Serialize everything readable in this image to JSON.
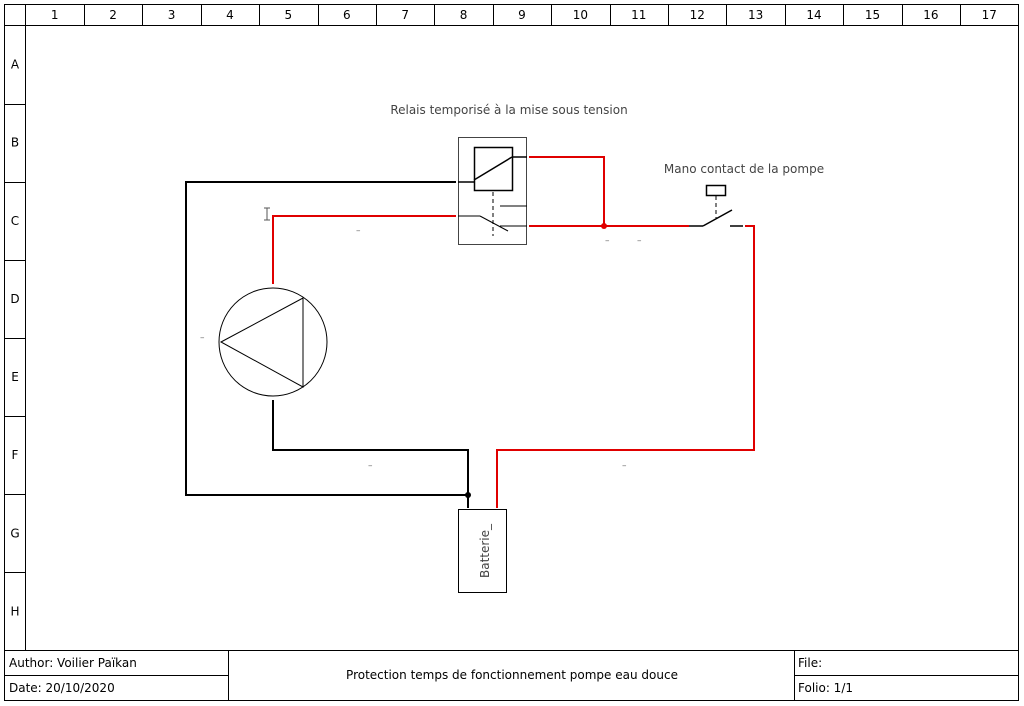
{
  "grid": {
    "columns": [
      "1",
      "2",
      "3",
      "4",
      "5",
      "6",
      "7",
      "8",
      "9",
      "10",
      "11",
      "12",
      "13",
      "14",
      "15",
      "16",
      "17"
    ],
    "rows": [
      "A",
      "B",
      "C",
      "D",
      "E",
      "F",
      "G",
      "H"
    ]
  },
  "diagram": {
    "relay_label": "Relais temporisé à la mise sous tension",
    "pressure_switch_label": "Mano contact de la pompe",
    "battery_label": "Batterie_",
    "wire_marks": [
      "–",
      "–",
      "–",
      "–",
      "–",
      "–"
    ],
    "colors": {
      "positive": "#e00000",
      "negative": "#000000",
      "device": "#333333"
    }
  },
  "title_block": {
    "author": "Author: Voilier Païkan",
    "date": "Date: 20/10/2020",
    "title": "Protection temps de fonctionnement pompe eau douce",
    "file": "File:",
    "folio": "Folio: 1/1"
  }
}
